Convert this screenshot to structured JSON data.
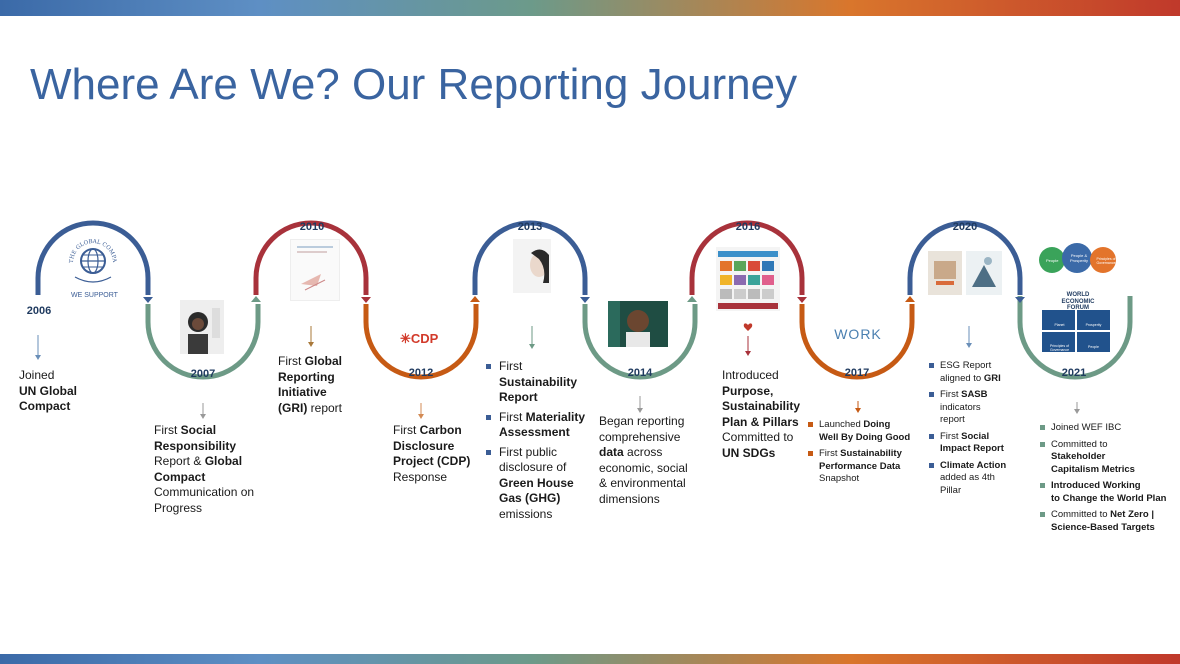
{
  "title": "Where Are We? Our Reporting Journey",
  "colors": {
    "blue": "#3b5d95",
    "red": "#a8323b",
    "green": "#6d9a86",
    "orange": "#c65a14",
    "gray": "#555555"
  },
  "logos": {
    "global_compact_ring": "THE GLOBAL COMPACT",
    "we_support": "WE SUPPORT",
    "cdp": "CDP",
    "work": "WORK",
    "wef_title": "WORLD ECONOMIC FORUM",
    "wef_circles": [
      "People",
      "People & Prosperity",
      "Principles of Governance"
    ],
    "wef_tiles": [
      "Planet",
      "Prosperity",
      "Principles of Governance",
      "People"
    ]
  },
  "milestones": [
    {
      "year": "2006",
      "lines": [
        {
          "t": "Joined",
          "b": false
        },
        {
          "t": "UN Global",
          "b": true
        },
        {
          "t": "Compact",
          "b": true
        }
      ]
    },
    {
      "year": "2007",
      "lines": [
        {
          "parts": [
            {
              "t": "First ",
              "b": false
            },
            {
              "t": "Social",
              "b": true
            }
          ]
        },
        {
          "parts": [
            {
              "t": "Responsibility",
              "b": true
            }
          ]
        },
        {
          "parts": [
            {
              "t": "Report & ",
              "b": false
            },
            {
              "t": "Global",
              "b": true
            }
          ]
        },
        {
          "parts": [
            {
              "t": "Compact",
              "b": true
            }
          ]
        },
        {
          "parts": [
            {
              "t": "Communication on",
              "b": false
            }
          ]
        },
        {
          "parts": [
            {
              "t": "Progress",
              "b": false
            }
          ]
        }
      ]
    },
    {
      "year": "2010",
      "lines": [
        {
          "parts": [
            {
              "t": "First ",
              "b": false
            },
            {
              "t": "Global",
              "b": true
            }
          ]
        },
        {
          "parts": [
            {
              "t": "Reporting",
              "b": true
            }
          ]
        },
        {
          "parts": [
            {
              "t": "Initiative",
              "b": true
            }
          ]
        },
        {
          "parts": [
            {
              "t": "(GRI)",
              "b": true
            },
            {
              "t": " report",
              "b": false
            }
          ]
        }
      ]
    },
    {
      "year": "2012",
      "lines": [
        {
          "parts": [
            {
              "t": "First ",
              "b": false
            },
            {
              "t": "Carbon",
              "b": true
            }
          ]
        },
        {
          "parts": [
            {
              "t": "Disclosure",
              "b": true
            }
          ]
        },
        {
          "parts": [
            {
              "t": "Project (CDP)",
              "b": true
            }
          ]
        },
        {
          "parts": [
            {
              "t": "Response",
              "b": false
            }
          ]
        }
      ]
    },
    {
      "year": "2013",
      "items": [
        [
          {
            "t": "First",
            "b": false
          },
          {
            "t": "\nSustainability",
            "b": true
          },
          {
            "t": "\nReport",
            "b": true
          }
        ],
        [
          {
            "t": "First ",
            "b": false
          },
          {
            "t": "Materiality",
            "b": true
          },
          {
            "t": "\nAssessment",
            "b": true
          }
        ],
        [
          {
            "t": "First public",
            "b": false
          },
          {
            "t": "\ndisclosure of",
            "b": false
          },
          {
            "t": "\nGreen House",
            "b": true
          },
          {
            "t": "\nGas (GHG)",
            "b": true
          },
          {
            "t": "\nemissions",
            "b": false
          }
        ]
      ]
    },
    {
      "year": "2014",
      "lines": [
        {
          "parts": [
            {
              "t": "Began reporting",
              "b": false
            }
          ]
        },
        {
          "parts": [
            {
              "t": "comprehensive",
              "b": false
            }
          ]
        },
        {
          "parts": [
            {
              "t": "data",
              "b": true
            },
            {
              "t": " across",
              "b": false
            }
          ]
        },
        {
          "parts": [
            {
              "t": "economic, social",
              "b": false
            }
          ]
        },
        {
          "parts": [
            {
              "t": "& environmental",
              "b": false
            }
          ]
        },
        {
          "parts": [
            {
              "t": "dimensions",
              "b": false
            }
          ]
        }
      ]
    },
    {
      "year": "2016",
      "lines": [
        {
          "parts": [
            {
              "t": "Introduced",
              "b": false
            }
          ]
        },
        {
          "parts": [
            {
              "t": "Purpose,",
              "b": true
            }
          ]
        },
        {
          "parts": [
            {
              "t": "Sustainability",
              "b": true
            }
          ]
        },
        {
          "parts": [
            {
              "t": "Plan & Pillars",
              "b": true
            }
          ]
        },
        {
          "parts": [
            {
              "t": "Committed to",
              "b": false
            }
          ]
        },
        {
          "parts": [
            {
              "t": "UN SDGs",
              "b": true
            }
          ]
        }
      ]
    },
    {
      "year": "2017",
      "items": [
        [
          {
            "t": "Launched ",
            "b": false
          },
          {
            "t": "Doing",
            "b": true
          },
          {
            "t": "\nWell By Doing Good",
            "b": true
          }
        ],
        [
          {
            "t": "First ",
            "b": false
          },
          {
            "t": "Sustainability",
            "b": true
          },
          {
            "t": "\nPerformance Data",
            "b": true
          },
          {
            "t": "\nSnapshot",
            "b": false
          }
        ]
      ]
    },
    {
      "year": "2020",
      "items": [
        [
          {
            "t": "ESG Report",
            "b": false
          },
          {
            "t": "\naligned to ",
            "b": false
          },
          {
            "t": "GRI",
            "b": true
          }
        ],
        [
          {
            "t": "First ",
            "b": false
          },
          {
            "t": "SASB",
            "b": true
          },
          {
            "t": "\nindicators",
            "b": false
          },
          {
            "t": "\nreport",
            "b": false
          }
        ],
        [
          {
            "t": "First ",
            "b": false
          },
          {
            "t": "Social",
            "b": true
          },
          {
            "t": "\nImpact Report",
            "b": true
          }
        ],
        [
          {
            "t": "Climate Action",
            "b": true
          },
          {
            "t": "\nadded as 4th",
            "b": false
          },
          {
            "t": "\nPillar",
            "b": false
          }
        ]
      ]
    },
    {
      "year": "2021",
      "items": [
        [
          {
            "t": "Joined WEF IBC",
            "b": false
          }
        ],
        [
          {
            "t": "Committed to",
            "b": false
          },
          {
            "t": "\nStakeholder",
            "b": true
          },
          {
            "t": "\nCapitalism Metrics",
            "b": true
          }
        ],
        [
          {
            "t": "Introduced Working",
            "b": true
          },
          {
            "t": "\nto Change the World Plan",
            "b": true
          }
        ],
        [
          {
            "t": "Committed to ",
            "b": false
          },
          {
            "t": "Net Zero |",
            "b": true
          },
          {
            "t": "\nScience-Based Targets",
            "b": true
          }
        ]
      ]
    }
  ]
}
